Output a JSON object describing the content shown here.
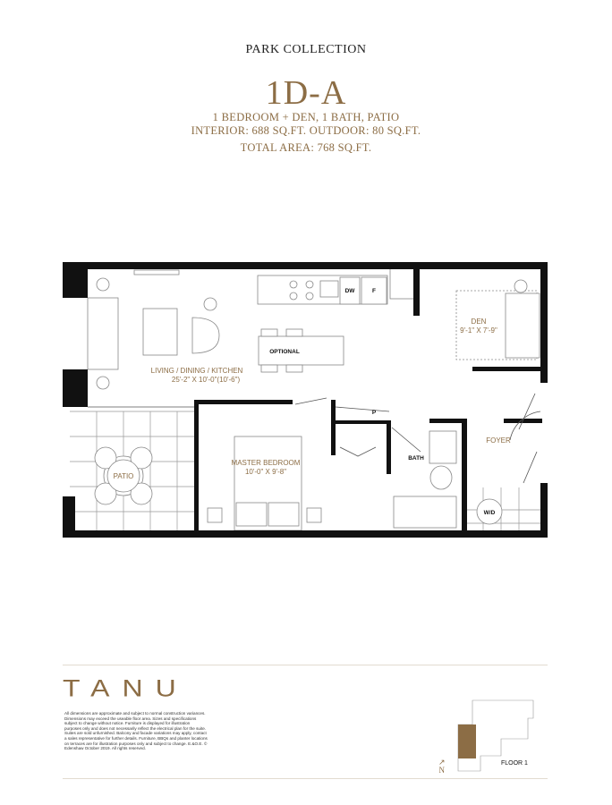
{
  "header": {
    "collection": "PARK COLLECTION",
    "unit": "1D-A",
    "line1": "1 BEDROOM + DEN, 1 BATH, PATIO",
    "line2": "INTERIOR: 688 SQ.FT. OUTDOOR: 80 SQ.FT.",
    "line3": "TOTAL AREA: 768 SQ.FT."
  },
  "plan": {
    "living_name": "LIVING / DINING / KITCHEN",
    "living_dims": "25'-2\" X 10'-0\"(10'-6\")",
    "den_name": "DEN",
    "den_dims": "9'-1\" X 7'-9\"",
    "bedroom_name": "MASTER BEDROOM",
    "bedroom_dims": "10'-0\" X 9'-8\"",
    "foyer": "FOYER",
    "patio": "PATIO",
    "bath": "BATH",
    "optional": "OPTIONAL",
    "dw": "DW",
    "fridge": "F",
    "pantry": "P",
    "washer_dryer": "W/D"
  },
  "footer": {
    "logo": "TANU",
    "disclaimer": "All dimensions are approximate and subject to normal construction variances. Dimensions may exceed the useable floor area. Sizes and specifications subject to change without notice. Furniture is displayed for illustration purposes only and does not necessarily reflect the electrical plan for the suite. Suites are sold unfurnished. Balcony and facade variations may apply, contact a sales representative for further details. Furniture, BBQs and planter locations on terraces are for illustration purposes only and subject to change. E.&O.E. © Edenshaw October 2019. All rights reserved.",
    "north": "N",
    "floor": "FLOOR 1"
  },
  "colors": {
    "accent": "#8c6d45",
    "wall": "#111111"
  }
}
